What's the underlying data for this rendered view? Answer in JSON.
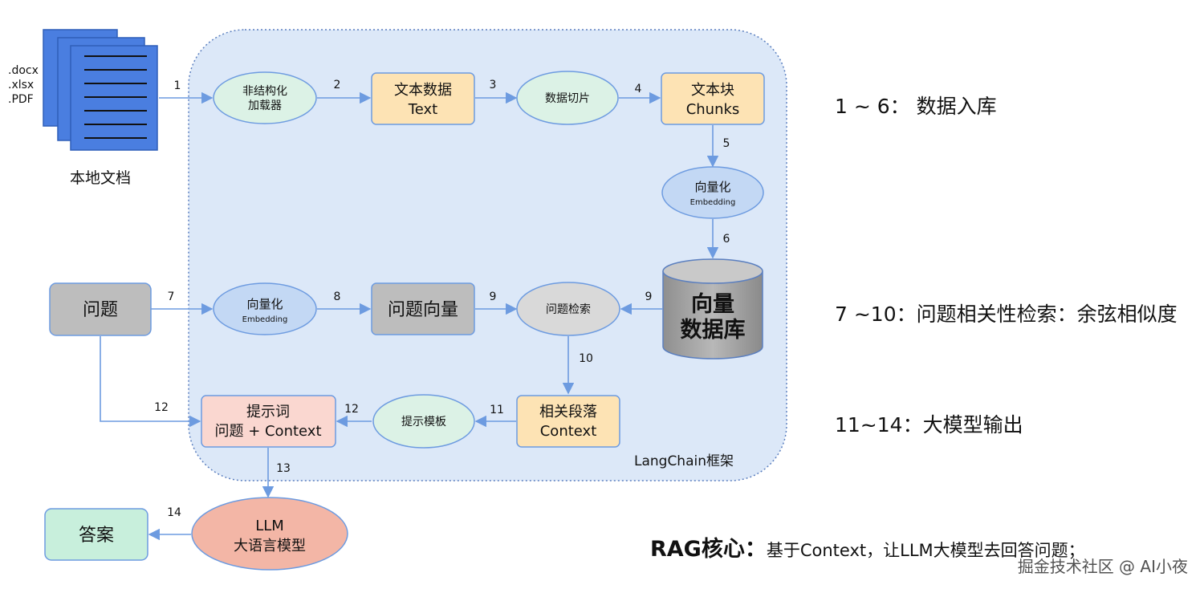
{
  "colors": {
    "frame_fill": "#dce8f8",
    "frame_stroke": "#5b7fbf",
    "doc_blue": "#4a7ee0",
    "orange_fill": "#fde3b4",
    "green_fill": "#dcf2e6",
    "blue_fill": "#c3d8f4",
    "gray_fill": "#bdbdbd",
    "pink_fill": "#fad7d0",
    "llm_fill": "#f3b6a6",
    "answer_fill": "#c8efdc",
    "edge": "#6d9be0"
  },
  "files": {
    "ext1": ".docx",
    "ext2": ".xlsx",
    "ext3": ".PDF",
    "label": "本地文档",
    "icon": "documents-icon"
  },
  "frame": {
    "label": "LangChain框架"
  },
  "nodes": {
    "loader": {
      "line1": "非结构化",
      "line2": "加载器"
    },
    "text": {
      "line1": "文本数据",
      "line2": "Text"
    },
    "split": {
      "label": "数据切片"
    },
    "chunks": {
      "line1": "文本块",
      "line2": "Chunks"
    },
    "embed1": {
      "line1": "向量化",
      "line2": "Embedding"
    },
    "vectordb": {
      "line1": "向量",
      "line2": "数据库"
    },
    "question": {
      "label": "问题"
    },
    "embed2": {
      "line1": "向量化",
      "line2": "Embedding"
    },
    "qvec": {
      "label": "问题向量"
    },
    "retrieve": {
      "label": "问题检索"
    },
    "passage": {
      "line1": "相关段落",
      "line2": "Context"
    },
    "template": {
      "label": "提示模板"
    },
    "prompt": {
      "line1": "提示词",
      "line2": "问题 + Context"
    },
    "llm": {
      "line1": "LLM",
      "line2": "大语言模型"
    },
    "answer": {
      "label": "答案"
    }
  },
  "edges": {
    "e1": "1",
    "e2": "2",
    "e3": "3",
    "e4": "4",
    "e5": "5",
    "e6": "6",
    "e7": "7",
    "e8": "8",
    "e9a": "9",
    "e9b": "9",
    "e10": "10",
    "e11": "11",
    "e12a": "12",
    "e12b": "12",
    "e13": "13",
    "e14": "14"
  },
  "notes": {
    "stage1": "1 ~ 6： 数据入库",
    "stage2": "7 ~10：问题相关性检索：余弦相似度",
    "stage3": "11~14：大模型输出"
  },
  "rag": {
    "bold": "RAG核心：",
    "text": "基于Context，让LLM大模型去回答问题；"
  },
  "watermark": "掘金技术社区 @ AI小夜"
}
